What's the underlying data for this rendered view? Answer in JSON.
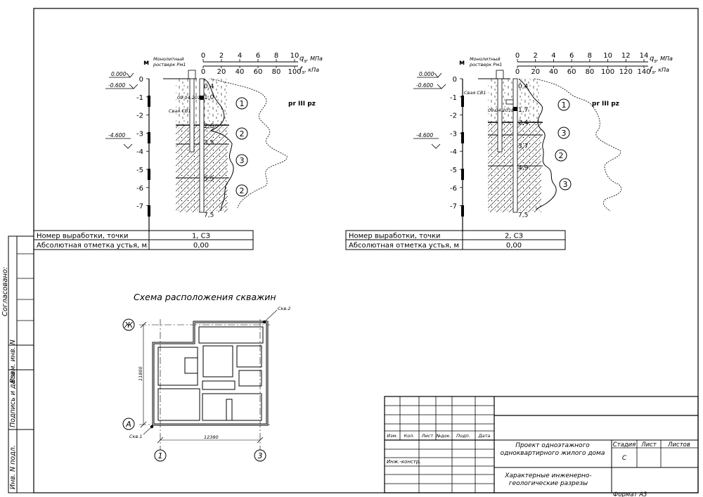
{
  "side_stamps": {
    "agreed": "Согласовано:",
    "inv_replace": "Взам. инв. N",
    "sign_date": "Подпись и дата",
    "inv_original": "Инв. N подл."
  },
  "boreholes": [
    {
      "depth_unit": "м",
      "pile_cap_label": [
        "Монолитный",
        "ростверк Рм1"
      ],
      "pile_label": "Свая СВ1",
      "qs_axis": {
        "name": "q",
        "sub": "s",
        "unit": ", МПа",
        "ticks": [
          0,
          2,
          4,
          6,
          8,
          10
        ]
      },
      "fs_axis": {
        "name": "f",
        "sub": "s",
        "unit": ", кПа",
        "ticks": [
          0,
          20,
          40,
          60,
          80,
          100
        ]
      },
      "depth_ticks": [
        "0",
        "-1",
        "-2",
        "-3",
        "-4",
        "-5",
        "-6",
        "-7"
      ],
      "elevations": [
        "0.000",
        "-0.600",
        "-4.600"
      ],
      "date": "09.04.2015",
      "sample_depths": [
        "0,4",
        "1,0",
        "2,6",
        "3,5",
        "5,5",
        "7,5"
      ],
      "layer_numbers": [
        "1",
        "2",
        "3",
        "2"
      ],
      "stratum_label": "pr III pz",
      "point_row_label": "Номер выработки, точки",
      "point_value": "1, СЗ",
      "elev_row_label": "Абсолютная отметка устья, м",
      "elev_value": "0,00"
    },
    {
      "depth_unit": "м",
      "pile_cap_label": [
        "Монолитный",
        "ростверк Рм1"
      ],
      "pile_label": "Свая СВ1",
      "qs_axis": {
        "name": "q",
        "sub": "s",
        "unit": ", МПа",
        "ticks": [
          0,
          2,
          4,
          6,
          8,
          10,
          12,
          14
        ]
      },
      "fs_axis": {
        "name": "f",
        "sub": "s",
        "unit": ", кПа",
        "ticks": [
          0,
          20,
          40,
          60,
          80,
          100,
          120,
          140
        ]
      },
      "depth_ticks": [
        "0",
        "-1",
        "-2",
        "-3",
        "-4",
        "-5",
        "-6",
        "-7"
      ],
      "elevations": [
        "0.000",
        "-0.600",
        "-4.600"
      ],
      "date": "09.04.2015",
      "sample_depths": [
        "0,4",
        "1,7",
        "2,4",
        "3,7",
        "4,9",
        "7,5"
      ],
      "layer_numbers": [
        "1",
        "3",
        "2",
        "3"
      ],
      "stratum_label": "pr III pz",
      "point_row_label": "Номер выработки, точки",
      "point_value": "2, СЗ",
      "elev_row_label": "Абсолютная отметка устья, м",
      "elev_value": "0,00"
    }
  ],
  "scheme": {
    "title": "Схема расположения скважин",
    "axis_top": "Ж",
    "axis_bottom": "А",
    "axis_left": "1",
    "axis_right": "3",
    "dim_vertical": "11800",
    "dim_horizontal": "12380",
    "well_1": "Скв.1",
    "well_2": "Скв.2"
  },
  "title_block": {
    "headers": [
      "Изм.",
      "Кол.",
      "Лист",
      "№док.",
      "Подп.",
      "Дата"
    ],
    "role": "Инж.-констр.",
    "project": [
      "Проект одноэтажного",
      "одноквартирного жилого дома"
    ],
    "sheet_title": [
      "Характерные инженерно-",
      "геологические разрезы"
    ],
    "stage_label": "Стадия",
    "sheet_label": "Лист",
    "sheets_label": "Листов",
    "stage_value": "С",
    "format": "Формат А3"
  }
}
